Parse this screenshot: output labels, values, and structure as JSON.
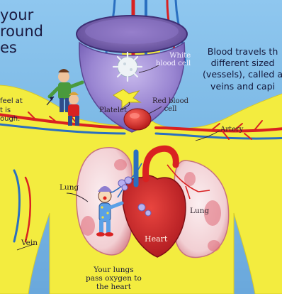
{
  "headline": {
    "line1": "your",
    "line2": "round",
    "line3": "es"
  },
  "info": {
    "line1": "Blood travels th",
    "line2": "different sized",
    "line3": "(vessels), called a",
    "line4": "veins and capi"
  },
  "side_note": {
    "line1": "feel at",
    "line2": "t is",
    "line3": "ough."
  },
  "labels": {
    "white_blood_cell_1": "White",
    "white_blood_cell_2": "blood cell",
    "red_blood_cell_1": "Red blood",
    "red_blood_cell_2": "cell",
    "platelet": "Platelet",
    "artery": "Artery",
    "lung_left": "Lung",
    "lung_right": "Lung",
    "heart": "Heart",
    "vein": "Vein"
  },
  "caption": {
    "line1": "Your lungs",
    "line2": "pass oxygen to",
    "line3": "the heart"
  },
  "colors": {
    "background": "#7fbbe8",
    "body": "#f5ee4a",
    "artery": "#d92121",
    "vein": "#2a6fc0",
    "heart": "#c9242b",
    "lung": "#f3d4d6",
    "magnifier": "#8f78c8"
  }
}
